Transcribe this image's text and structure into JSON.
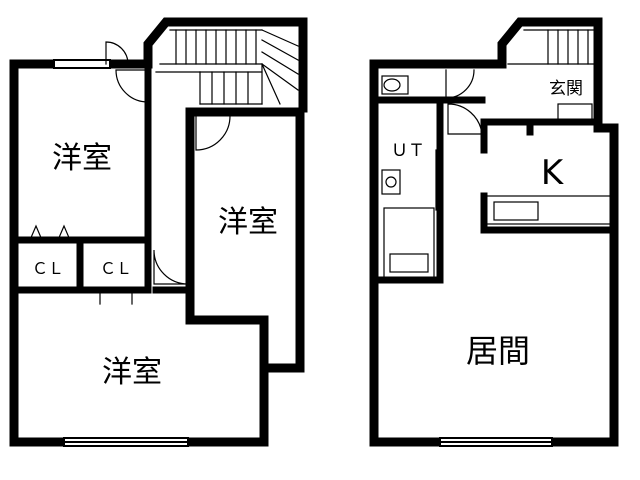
{
  "upper_floor": {
    "room_west": "洋室",
    "room_east": "洋室",
    "room_south": "洋室",
    "closet_left": "ＣＬ",
    "closet_right": "ＣＬ"
  },
  "lower_floor": {
    "entrance": "玄関",
    "unit_bath": "ＵＴ",
    "kitchen": "K",
    "living_room": "居間"
  },
  "colors": {
    "wall": "#000000",
    "floor": "#ffffff"
  }
}
